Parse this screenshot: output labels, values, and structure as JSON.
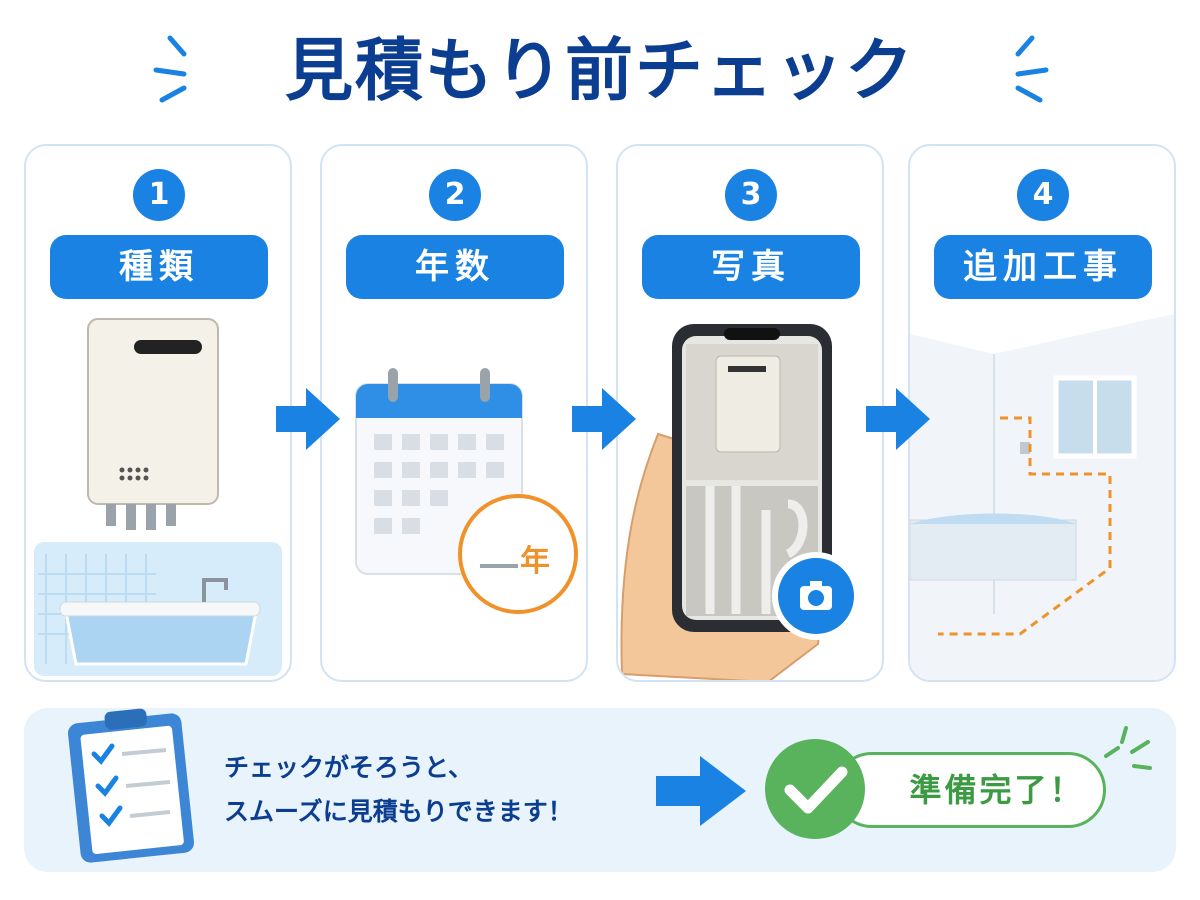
{
  "title": "見積もり前チェック",
  "steps": [
    {
      "number": "1",
      "label": "種類"
    },
    {
      "number": "2",
      "label": "年数"
    },
    {
      "number": "3",
      "label": "写真"
    },
    {
      "number": "4",
      "label": "追加工事"
    }
  ],
  "calendar_year_suffix": "年",
  "bottom": {
    "message_line1": "チェックがそろうと、",
    "message_line2": "スムーズに見積もりできます！",
    "ready_label": "準備完了！"
  },
  "colors": {
    "primary": "#1a82e2",
    "title": "#0b3d91",
    "accent_orange": "#f0922a",
    "success": "#58b35c"
  }
}
